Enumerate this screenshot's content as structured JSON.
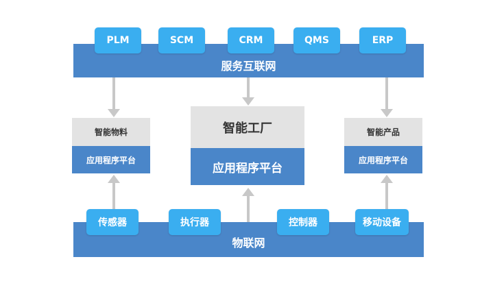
{
  "top_bar": {
    "label": "服务互联网"
  },
  "top_systems": [
    "PLM",
    "SCM",
    "CRM",
    "QMS",
    "ERP"
  ],
  "left_block": {
    "title": "智能物料",
    "platform": "应用程序平台"
  },
  "center_block": {
    "title": "智能工厂",
    "platform": "应用程序平台"
  },
  "right_block": {
    "title": "智能产品",
    "platform": "应用程序平台"
  },
  "bottom_bar": {
    "label": "物联网"
  },
  "bottom_devices": [
    "传感器",
    "执行器",
    "控制器",
    "移动设备"
  ],
  "colors": {
    "bar": "#4a86c9",
    "pill": "#3aaef0",
    "gray": "#e3e3e3",
    "arrow": "#c8c8c8"
  }
}
